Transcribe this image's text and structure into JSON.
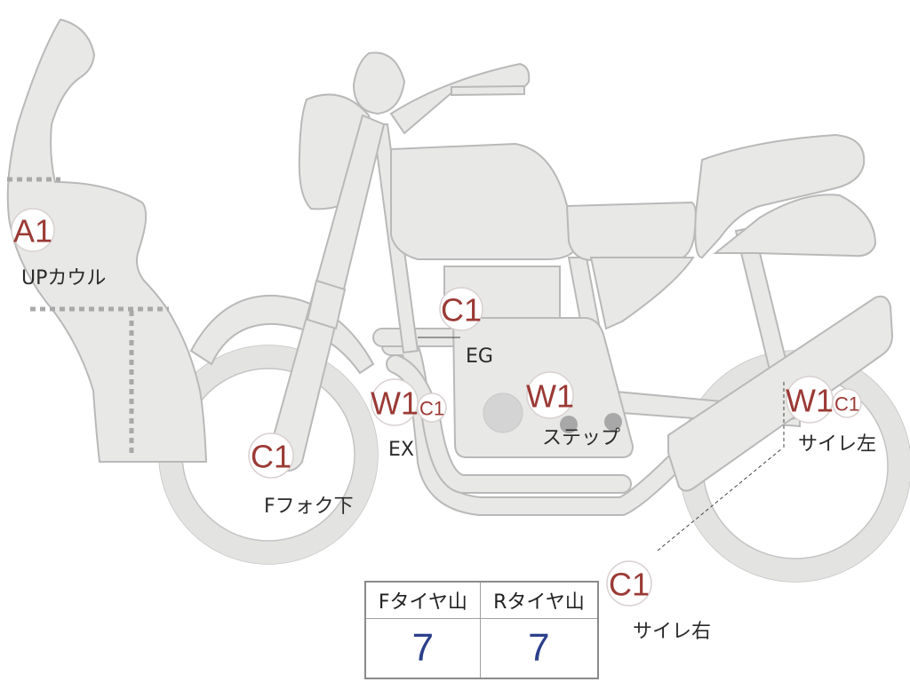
{
  "badges": {
    "a1_upcowl": "A1",
    "c1_eg": "C1",
    "w1_ex": "W1",
    "c1_ex": "C1",
    "w1_step": "W1",
    "c1_ffork": "C1",
    "w1_silencer_left": "W1",
    "c1_silencer_left": "C1",
    "c1_silencer_right": "C1"
  },
  "labels": {
    "upcowl": "UPカウル",
    "eg": "EG",
    "ex": "EX",
    "step": "ステップ",
    "ffork": "Fフォク下",
    "silencer_left": "サイレ左",
    "silencer_right": "サイレ右"
  },
  "tire_table": {
    "headers": [
      "Fタイヤ山",
      "Rタイヤ山"
    ],
    "values": [
      "7",
      "7"
    ]
  },
  "colors": {
    "badge_text": "#9b3a35",
    "table_value": "#2b3f8a",
    "body_fill": "#e8e8e6",
    "outline": "#b9b9b9"
  }
}
